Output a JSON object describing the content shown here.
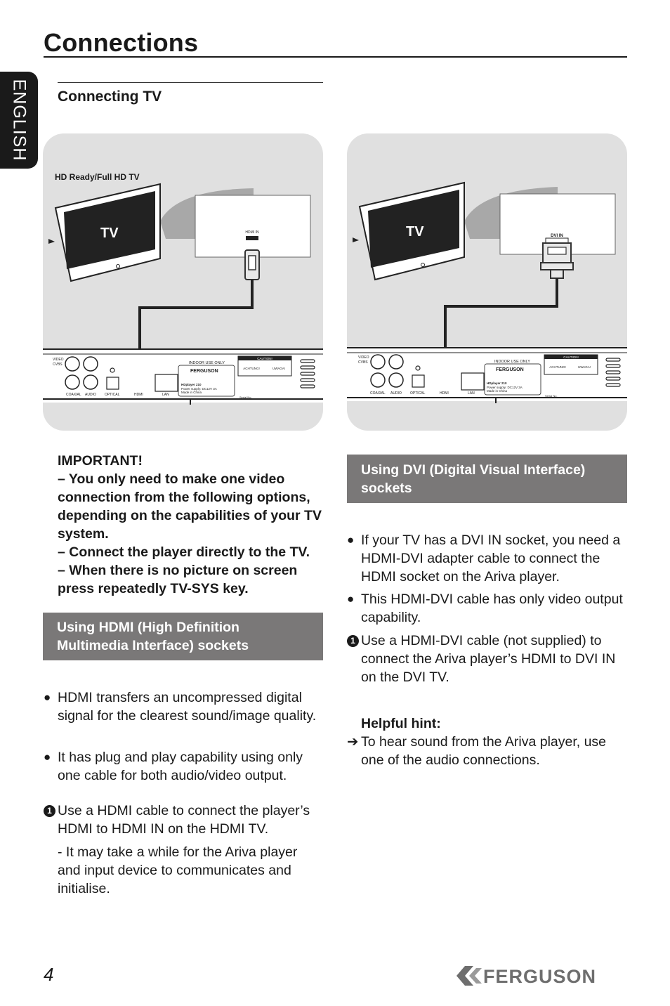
{
  "page": {
    "title": "Connections",
    "language_tab": "ENGLISH",
    "section_title": "Connecting TV",
    "page_number": "4",
    "brand": "FERGUSON"
  },
  "diagram_left": {
    "label": "HD Ready/Full HD TV",
    "tv_label": "TV",
    "port_label": "HDMI IN",
    "panel": {
      "video": "VIDEO",
      "cvbs": "CVBS",
      "coaxial": "COAXIAL",
      "audio": "AUDIO",
      "optical": "OPTICAL",
      "hdmi": "HDMI",
      "lan": "LAN",
      "indoor": "INDOOR USE ONLY",
      "caution": "CAUTION!",
      "achtung": "ACHTUNG!",
      "uwaga": "UWAGA!",
      "model": "HDplayer 210",
      "power": "Power supply: DC12V 3A",
      "made": "Made in China",
      "serial": "Serial No."
    }
  },
  "diagram_right": {
    "tv_label": "TV",
    "port_label": "DVI IN"
  },
  "important": {
    "heading": "IMPORTANT!",
    "line1": "– You only need to make one video connection from the following options, depending on the capabilities of your TV system.",
    "line2": "– Connect the player directly to the TV.",
    "line3": "– When there is no picture on screen press repeatedly TV-SYS key."
  },
  "hdmi_section": {
    "banner": "Using HDMI (High Definition Multimedia Interface) sockets",
    "bullet1": "HDMI transfers an uncompressed digital signal for the clearest sound/image quality.",
    "bullet2": "It has plug and play capability using only one cable for both audio/video output.",
    "step_number": "1",
    "step1": "Use a HDMI cable to connect the player’s HDMI to HDMI IN on the HDMI TV.",
    "note": "- It may take a while for the Ariva player and input device to communicates and initialise."
  },
  "dvi_section": {
    "banner": "Using DVI (Digital Visual Interface) sockets",
    "bullet1": "If your TV has a DVI IN socket, you need a HDMI-DVI adapter cable to connect the HDMI socket on the Ariva player.",
    "bullet2": "This HDMI-DVI cable has only video output capability.",
    "step_number": "1",
    "step1": "Use a HDMI-DVI cable (not supplied) to connect the Ariva player’s HDMI to DVI IN on the DVI TV.",
    "hint_title": "Helpful hint:",
    "hint_text": "To hear sound from the Ariva player, use one of the audio connections."
  }
}
